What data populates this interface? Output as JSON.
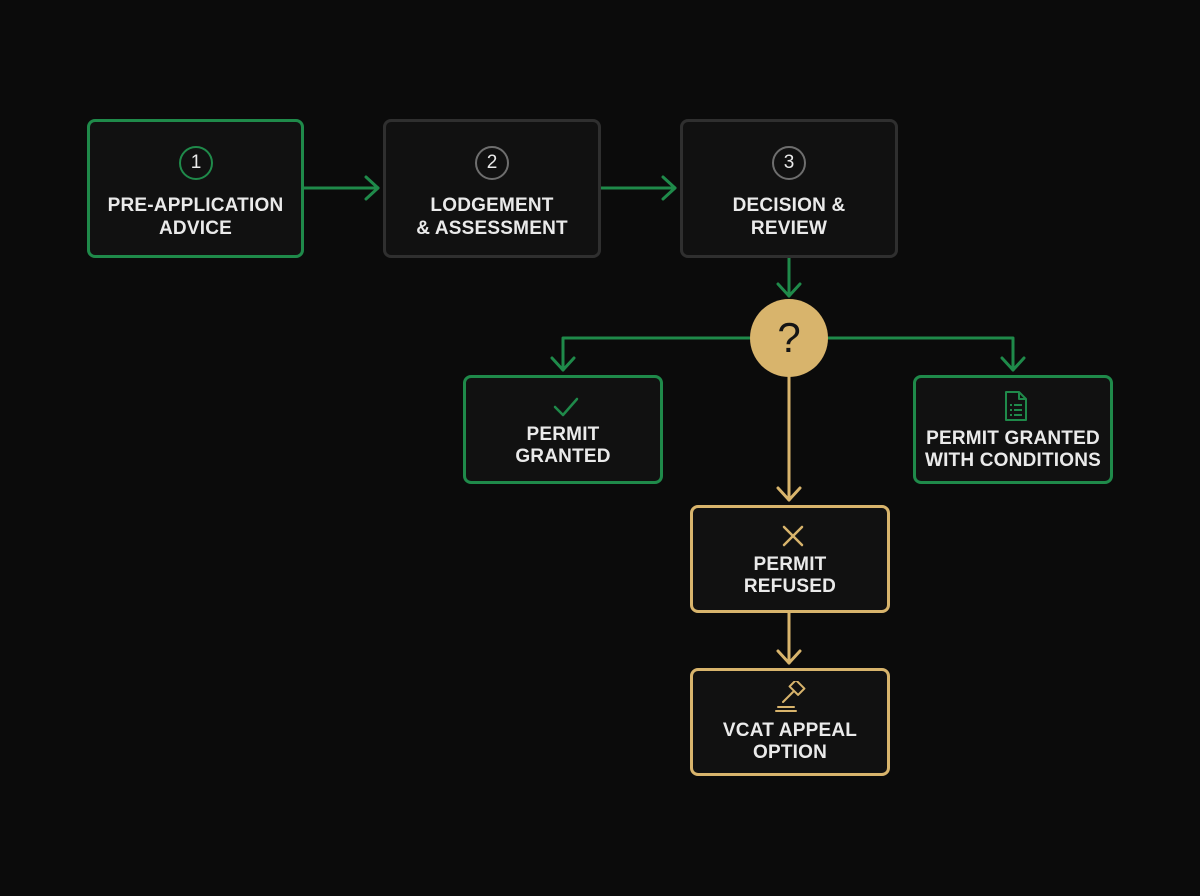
{
  "colors": {
    "background": "#0b0b0b",
    "green": "#1f8a4a",
    "gray": "#2f2f2f",
    "gold": "#d8b46c",
    "text": "#eaeaea"
  },
  "steps": [
    {
      "number": "1",
      "line1": "PRE-APPLICATION",
      "line2": "ADVICE"
    },
    {
      "number": "2",
      "line1": "LODGEMENT",
      "line2": "& ASSESSMENT"
    },
    {
      "number": "3",
      "line1": "DECISION &",
      "line2": "REVIEW"
    }
  ],
  "decision": {
    "symbol": "?"
  },
  "outcomes": {
    "granted": {
      "line1": "PERMIT",
      "line2": "GRANTED",
      "icon": "checkmark-icon"
    },
    "conditions": {
      "line1": "PERMIT GRANTED",
      "line2": "WITH CONDITIONS",
      "icon": "document-icon"
    },
    "refused": {
      "line1": "PERMIT",
      "line2": "REFUSED",
      "icon": "cross-icon"
    },
    "appeal": {
      "line1": "VCAT APPEAL",
      "line2": "OPTION",
      "icon": "gavel-icon"
    }
  }
}
